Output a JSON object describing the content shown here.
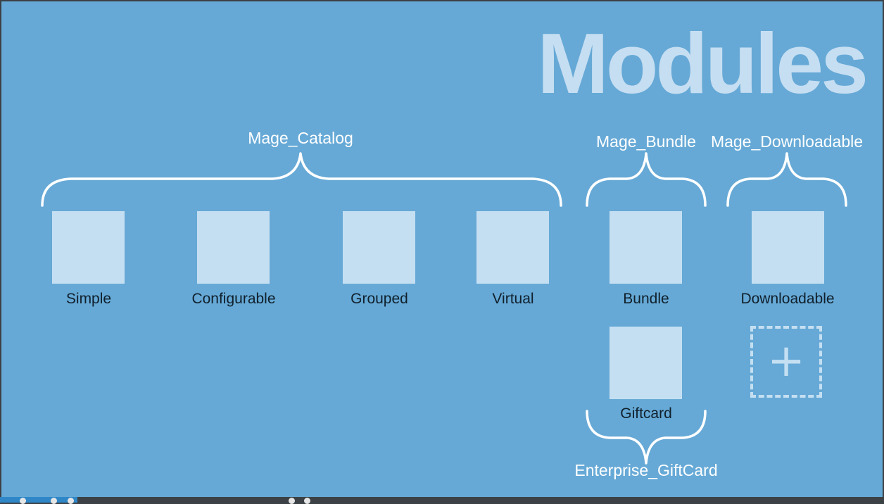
{
  "title": "Modules",
  "modules": {
    "catalog": "Mage_Catalog",
    "bundle": "Mage_Bundle",
    "downloadable": "Mage_Downloadable",
    "giftcard": "Enterprise_GiftCard"
  },
  "products": {
    "simple": "Simple",
    "configurable": "Configurable",
    "grouped": "Grouped",
    "virtual": "Virtual",
    "bundle": "Bundle",
    "downloadable": "Downloadable",
    "giftcard": "Giftcard"
  },
  "add_icon": "+",
  "colors": {
    "background": "#66a9d6",
    "box": "#c5dff2",
    "title": "#c6def2",
    "label": "#ffffff",
    "product_label": "#10202c"
  }
}
